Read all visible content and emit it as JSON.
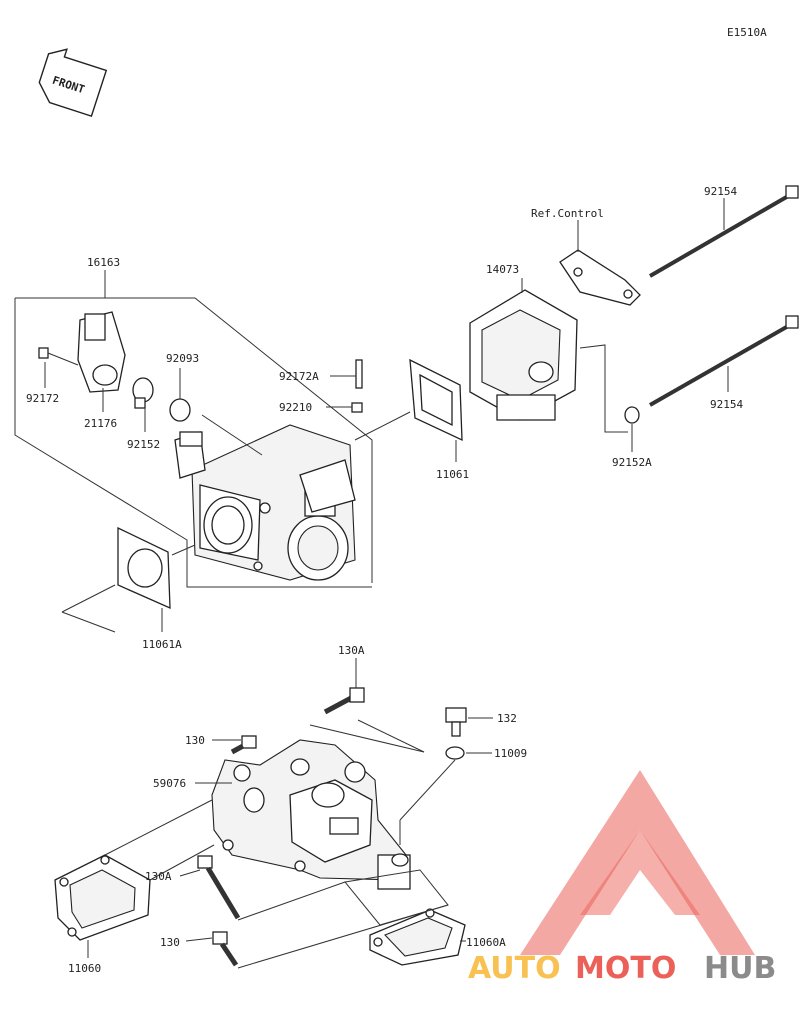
{
  "diagram_code": "E1510A",
  "front_label": "FRONT",
  "ref_control": "Ref.Control",
  "parts": {
    "p16163": "16163",
    "p92172": "92172",
    "p21176": "21176",
    "p92093": "92093",
    "p92152": "92152",
    "p92172A": "92172A",
    "p92210": "92210",
    "p14073": "14073",
    "p11061": "11061",
    "p92154_top": "92154",
    "p92154_mid": "92154",
    "p92152A": "92152A",
    "p11061A": "11061A",
    "p130A_top": "130A",
    "p130_top": "130",
    "p132": "132",
    "p11009": "11009",
    "p59076": "59076",
    "p130A_mid": "130A",
    "p130_bot": "130",
    "p11060": "11060",
    "p11060A": "11060A"
  },
  "watermark": {
    "part1": "AUTO",
    "part2": "MOTO",
    "part3": "HUB",
    "color_orange": "#f7b733",
    "color_red": "#e8453c",
    "color_gray": "#777777"
  }
}
